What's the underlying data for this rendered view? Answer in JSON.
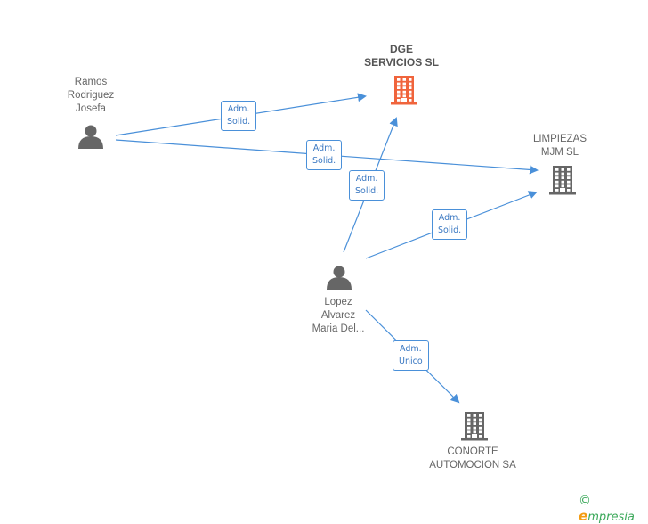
{
  "nodes": [
    {
      "id": "ramos",
      "type": "person",
      "lines": [
        "Ramos",
        "Rodriguez",
        "Josefa"
      ]
    },
    {
      "id": "dge",
      "type": "company-main",
      "lines": [
        "DGE",
        "SERVICIOS SL"
      ]
    },
    {
      "id": "limpiezas",
      "type": "company",
      "lines": [
        "LIMPIEZAS",
        "MJM SL"
      ]
    },
    {
      "id": "lopez",
      "type": "person",
      "lines": [
        "Lopez",
        "Alvarez",
        "Maria Del..."
      ]
    },
    {
      "id": "conorte",
      "type": "company",
      "lines": [
        "CONORTE",
        "AUTOMOCION SA"
      ]
    }
  ],
  "edges": [
    {
      "from": "ramos",
      "to": "dge",
      "lines": [
        "Adm.",
        "Solid."
      ]
    },
    {
      "from": "ramos",
      "to": "limpiezas",
      "lines": [
        "Adm.",
        "Solid."
      ]
    },
    {
      "from": "lopez",
      "to": "dge",
      "lines": [
        "Adm.",
        "Solid."
      ]
    },
    {
      "from": "lopez",
      "to": "limpiezas",
      "lines": [
        "Adm.",
        "Solid."
      ]
    },
    {
      "from": "lopez",
      "to": "conorte",
      "lines": [
        "Adm.",
        "Unico"
      ]
    }
  ],
  "colors": {
    "edge": "#4a90d9",
    "person": "#666666",
    "company": "#666666",
    "company_main": "#f0643c"
  },
  "footer": {
    "symbol": "©",
    "brand_initial": "e",
    "brand_rest": "mpresia"
  }
}
